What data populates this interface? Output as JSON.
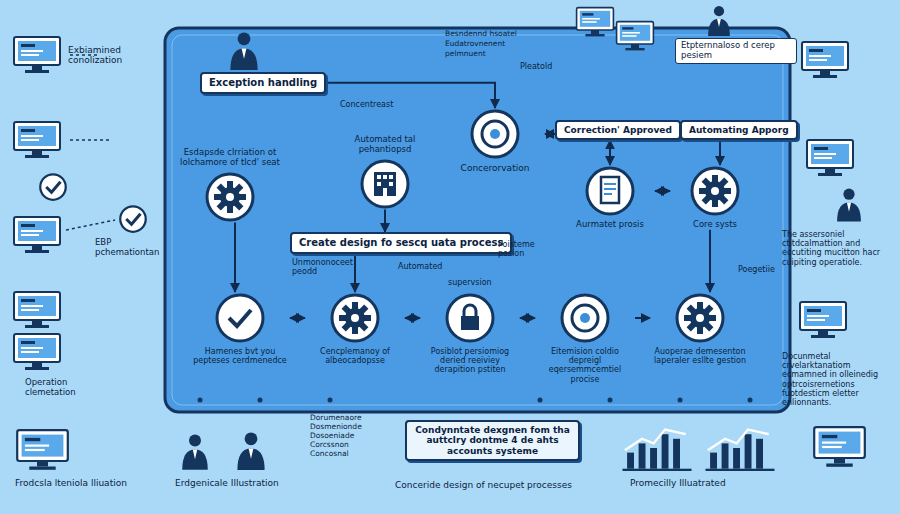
{
  "diagram": {
    "nodes": [
      {
        "text": [
          "Exception handling"
        ]
      },
      {
        "text": [
          "Esdapsde clrriation ot lolchamore of tlcd' seat"
        ]
      },
      {
        "text": [
          "Concerorvation"
        ]
      },
      {
        "text": [
          "Automated tal pehantiopsd"
        ]
      },
      {
        "text": [
          "Create design fo sescq uata process"
        ]
      },
      {
        "text": [
          "Correction' Approved"
        ]
      },
      {
        "text": [
          "Automating Apporg"
        ]
      },
      {
        "text": [
          "Aurmatet prosis"
        ]
      },
      {
        "text": [
          "Core systs"
        ]
      },
      {
        "text": [
          "Hamenes bvt you pepteses cerdmenedce"
        ]
      },
      {
        "text": [
          "Cencplemanoy of albeocadopsse"
        ]
      },
      {
        "text": [
          "Posiblot persiomiog deried reeiviey derapition pstiten"
        ]
      },
      {
        "text": [
          "Eitemision coldio depreigl eqersemmcemtiel procise"
        ]
      },
      {
        "text": [
          "Auoperae demesenton laperaler esllte gestion"
        ]
      },
      {
        "text": [
          "Condynntate dexgnen fom tha auttclry dontme 4 de ahts accounts systeme"
        ]
      }
    ],
    "edges": [
      {
        "from": 0,
        "to": 2,
        "arrow": "to"
      },
      {
        "from": 2,
        "to": 5,
        "arrow": "both"
      },
      {
        "from": 1,
        "to": 9,
        "arrow": "to"
      },
      {
        "from": 9,
        "to": 10,
        "arrow": "both"
      },
      {
        "from": 10,
        "to": 11,
        "arrow": "both"
      },
      {
        "from": 11,
        "to": 12,
        "arrow": "both"
      },
      {
        "from": 12,
        "to": 13,
        "arrow": "to"
      },
      {
        "from": 3,
        "to": 4,
        "arrow": "to"
      },
      {
        "from": 4,
        "to": 10,
        "arrow": "to"
      },
      {
        "from": 5,
        "to": 7,
        "arrow": "both"
      },
      {
        "from": 7,
        "to": 8,
        "arrow": "both"
      },
      {
        "from": 6,
        "to": 8,
        "arrow": "to"
      },
      {
        "from": 8,
        "to": 13,
        "arrow": "to"
      }
    ],
    "labels": [
      "Exbiamined conolization",
      "Concentreast",
      "Besndennd hsoatel",
      "Eudatrovnenent",
      "pelmnuent",
      "Pleatold",
      "Etpternnaloso d cerep pesiem",
      "EBP pchemationtan",
      "Unmononoceet peodd",
      "Automated",
      "supervsion",
      "Poisteme posion",
      "Poegetiie",
      "The assersoniel ctitdcalmattion and eccutiting mucitton hacr cuipiting operatiole.",
      "Operation clemetation",
      "Docunmetal crvelarktanatiom ecmamned in olleinedig optrcoisrernetions fuotdesticm eletter enlionnants.",
      "Dorumenaore",
      "Dosmenionde",
      "Dosoeniade",
      "Corcssnon",
      "Concosnal",
      "Frodcsla lteniola lliuation",
      "Erdgenicale Illustration",
      "Conceride design of necupet processes",
      "Promecilly Illuatrated"
    ]
  }
}
